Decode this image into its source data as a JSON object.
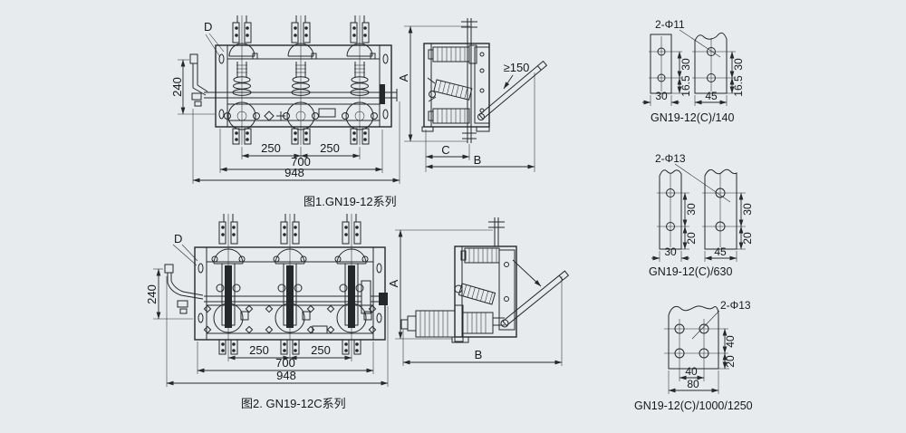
{
  "colors": {
    "background": "#e8ebee",
    "ink": "#24282c"
  },
  "fig1": {
    "caption": "图1.GN19-12系列",
    "label_d": "D",
    "dim_240": "240",
    "dim_250_left": "250",
    "dim_250_right": "250",
    "dim_700": "700",
    "dim_948": "948"
  },
  "side1": {
    "dim_a": "A",
    "dim_b": "B",
    "dim_c": "C",
    "clearance": "≥150"
  },
  "fig2": {
    "caption": "图2. GN19-12C系列",
    "label_d": "D",
    "dim_240": "240",
    "dim_250_left": "250",
    "dim_250_right": "250",
    "dim_700": "700",
    "dim_948": "948",
    "dim_a": "A",
    "dim_b": "B"
  },
  "patterns": {
    "p140": {
      "caption": "GN19-12(C)/140",
      "hole_label": "2-Φ11",
      "pitch": "30",
      "edge": "16.5",
      "width_left": "30",
      "width_right": "45"
    },
    "p630": {
      "caption": "GN19-12(C)/630",
      "hole_label": "2-Φ13",
      "pitch": "30",
      "edge": "20",
      "width_left": "30",
      "width_right": "45"
    },
    "p1000": {
      "caption": "GN19-12(C)/1000/1250",
      "hole_label": "2-Φ13",
      "pitch_v": "40",
      "edge": "20",
      "pitch_h": "40",
      "width": "80"
    }
  }
}
